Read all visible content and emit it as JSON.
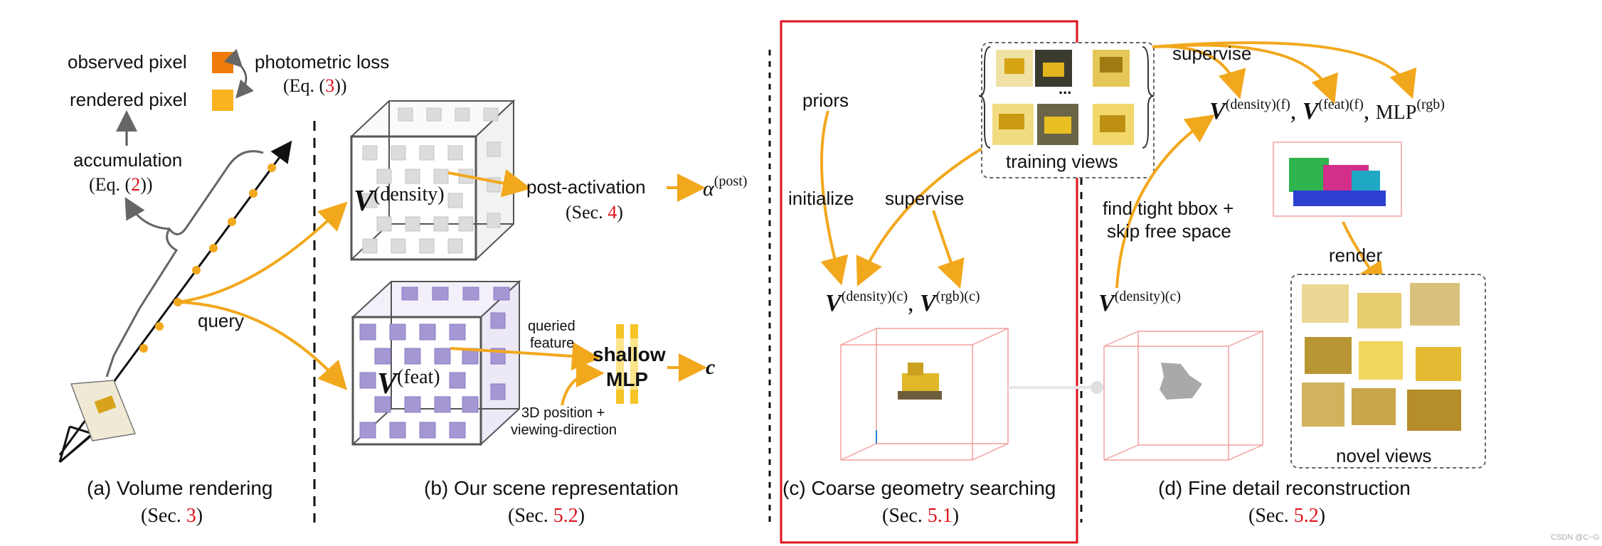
{
  "panels": {
    "a": {
      "caption": "(a) Volume rendering",
      "section_prefix": "(Sec. ",
      "section_ref": "3",
      "section_suffix": ")",
      "observed_pixel": "observed pixel",
      "rendered_pixel": "rendered pixel",
      "photometric_loss": "photometric loss",
      "eq_prefix": "(Eq. (",
      "eq3": "3",
      "eq_suffix": "))",
      "accumulation": "accumulation",
      "eq2": "2",
      "query": "query"
    },
    "b": {
      "caption": "(b) Our scene representation",
      "section_prefix": "(Sec. ",
      "section_ref": "5.2",
      "section_suffix": ")",
      "v_density_main": "V",
      "v_density_sup": "(density)",
      "v_feat_main": "V",
      "v_feat_sup": "(feat)",
      "post_activation": "post-activation",
      "sec4_prefix": "(Sec. ",
      "sec4_ref": "4",
      "sec4_suffix": ")",
      "alpha": "α",
      "alpha_sup": "(post)",
      "queried_feature_1": "queried",
      "queried_feature_2": "feature",
      "shallow": "shallow",
      "mlp": "MLP",
      "c_out": "c",
      "pos_dir_1": "3D position +",
      "pos_dir_2": "viewing-direction"
    },
    "c": {
      "caption": "(c) Coarse geometry searching",
      "section_prefix": "(Sec. ",
      "section_ref": "5.1",
      "section_suffix": ")",
      "priors": "priors",
      "initialize": "initialize",
      "supervise": "supervise",
      "v1_main": "V",
      "v1_sup": "(density)(c)",
      "comma": ",",
      "v2_main": "V",
      "v2_sup": "(rgb)(c)",
      "training_views": "training views",
      "ellipsis": "..."
    },
    "d": {
      "caption": "(d) Fine detail reconstruction",
      "section_prefix": "(Sec. ",
      "section_ref": "5.2",
      "section_suffix": ")",
      "supervise": "supervise",
      "vf1_main": "V",
      "vf1_sup": "(density)(f)",
      "vf2_main": "V",
      "vf2_sup": "(feat)(f)",
      "mlp_main": "MLP",
      "mlp_sup": "(rgb)",
      "comma": ",",
      "find_bbox_1": "find tight bbox +",
      "find_bbox_2": "skip free space",
      "vc_main": "V",
      "vc_sup": "(density)(c)",
      "render": "render",
      "novel_views": "novel views"
    },
    "watermark": "CSDN @C~G"
  },
  "colors": {
    "arrow": "#f2a81d",
    "red_box": "#e0121c",
    "observed": "#ef7a0a",
    "rendered": "#f9b320",
    "cube_gray": "#d8d8d8",
    "cube_purple": "#9f90cf",
    "bbox_line": "#f2a0a0"
  }
}
